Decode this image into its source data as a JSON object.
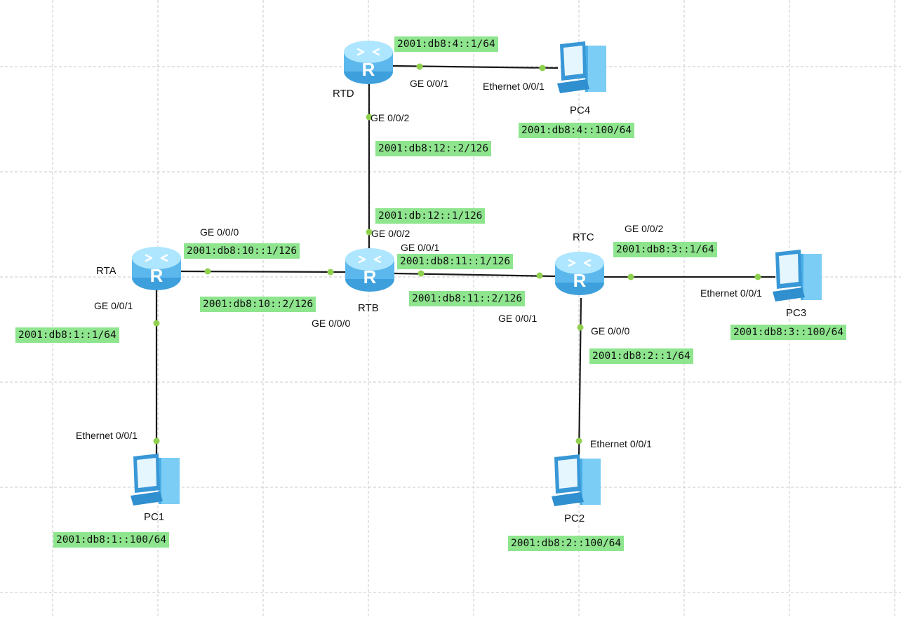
{
  "colors": {
    "grid": "#c8c8c8",
    "link": "#1a1a1a",
    "port_dot": "#8fd14f",
    "label_bg": "#8ee58e",
    "router_top": "#8fdcff",
    "router_body": "#4fb0e8",
    "pc_body": "#3fa8e0"
  },
  "nodes": {
    "rta": {
      "label": "RTA",
      "icon": "router-icon"
    },
    "rtb": {
      "label": "RTB",
      "icon": "router-icon"
    },
    "rtc": {
      "label": "RTC",
      "icon": "router-icon"
    },
    "rtd": {
      "label": "RTD",
      "icon": "router-icon"
    },
    "pc1": {
      "label": "PC1",
      "icon": "pc-icon"
    },
    "pc2": {
      "label": "PC2",
      "icon": "pc-icon"
    },
    "pc3": {
      "label": "PC3",
      "icon": "pc-icon"
    },
    "pc4": {
      "label": "PC4",
      "icon": "pc-icon"
    }
  },
  "links": {
    "rtd_pc4": {
      "a_port": "",
      "b_port": "Ethernet 0/0/1",
      "rtd_port": "GE 0/0/1",
      "rtd_addr": "2001:db8:4::1/64",
      "pc4_addr": "2001:db8:4::100/64"
    },
    "rtd_rtb": {
      "rtd_port": "GE 0/0/2",
      "rtb_port": "GE 0/0/2",
      "rtd_addr": "2001:db8:12::2/126",
      "rtb_addr": "2001:db:12::1/126"
    },
    "rta_rtb": {
      "rta_port": "GE 0/0/0",
      "rtb_port": "GE 0/0/0",
      "rta_addr": "2001:db8:10::1/126",
      "rtb_addr": "2001:db8:10::2/126"
    },
    "rtb_rtc": {
      "rtb_port": "GE 0/0/1",
      "rtc_port": "GE 0/0/1",
      "rtb_addr": "2001:db8:11::1/126",
      "rtc_addr": "2001:db8:11::2/126"
    },
    "rta_pc1": {
      "rta_port": "GE 0/0/1",
      "pc1_port": "Ethernet 0/0/1",
      "rta_addr": "2001:db8:1::1/64",
      "pc1_addr": "2001:db8:1::100/64"
    },
    "rtc_pc3": {
      "rtc_port": "GE 0/0/2",
      "pc3_port": "Ethernet 0/0/1",
      "rtc_addr": "2001:db8:3::1/64",
      "pc3_addr": "2001:db8:3::100/64"
    },
    "rtc_pc2": {
      "rtc_port": "GE 0/0/0",
      "pc2_port": "Ethernet 0/0/1",
      "rtc_addr": "2001:db8:2::1/64",
      "pc2_addr": "2001:db8:2::100/64"
    }
  }
}
